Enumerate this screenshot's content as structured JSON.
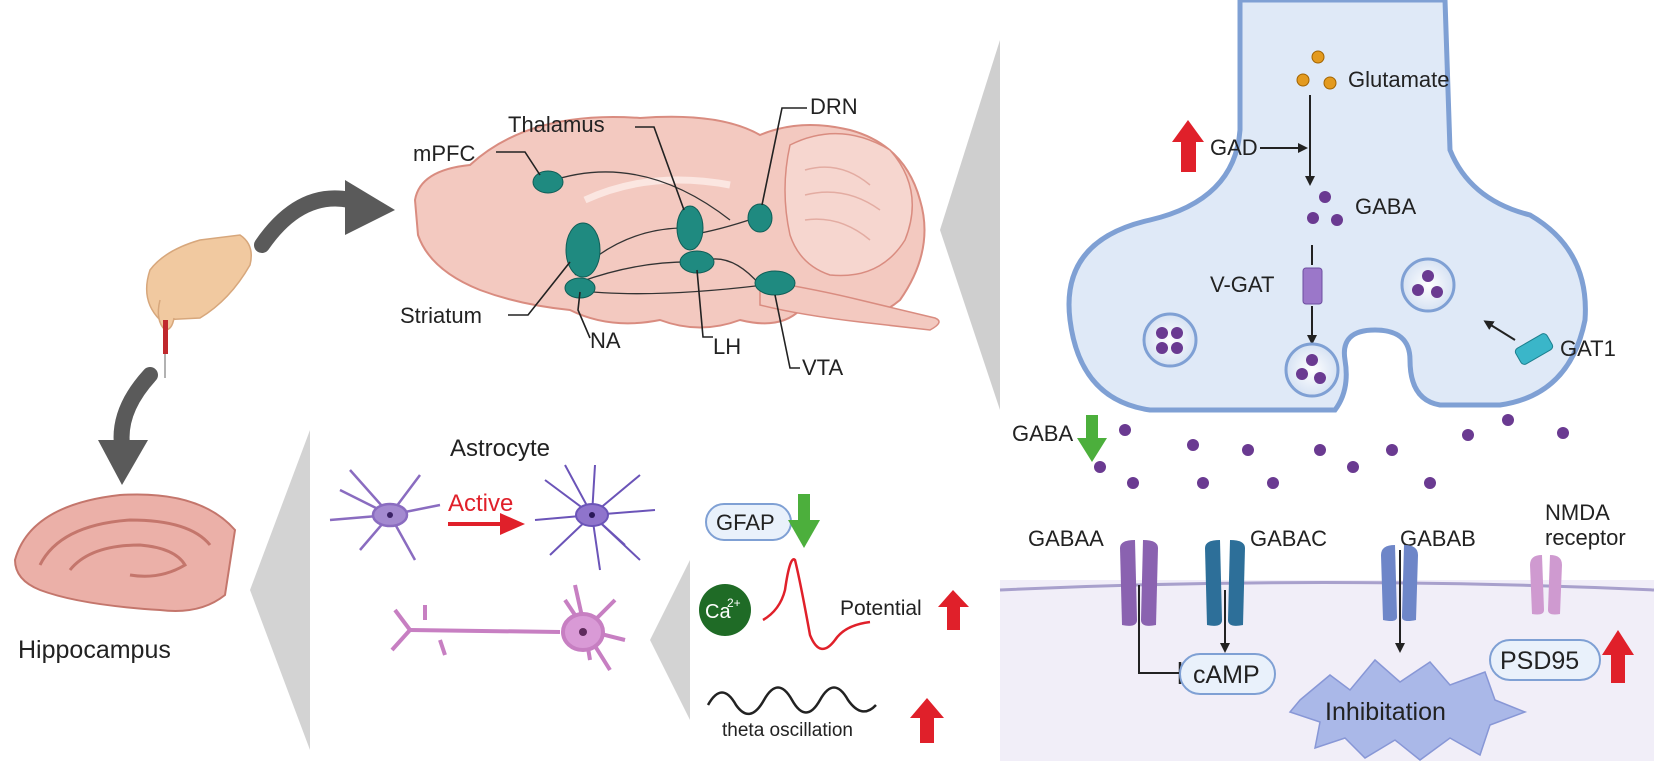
{
  "brain_regions": {
    "mpfc": "mPFC",
    "thalamus": "Thalamus",
    "drn": "DRN",
    "striatum": "Striatum",
    "na": "NA",
    "lh": "LH",
    "vta": "VTA"
  },
  "hippocampus": "Hippocampus",
  "astrocyte": {
    "title": "Astrocyte",
    "active": "Active"
  },
  "markers": {
    "gfap": "GFAP",
    "ca": "Ca",
    "ca_sup": "2+",
    "potential": "Potential",
    "theta": "theta oscillation"
  },
  "synapse": {
    "glutamate": "Glutamate",
    "gad": "GAD",
    "gaba_presyn": "GABA",
    "vgat": "V-GAT",
    "gat1": "GAT1",
    "gaba_cleft": "GABA",
    "gabaa": "GABAA",
    "gabac": "GABAC",
    "gabab": "GABAB",
    "nmda_line1": "NMDA",
    "nmda_line2": "receptor",
    "camp": "cAMP",
    "inhibition": "Inhibitation",
    "psd95": "PSD95"
  },
  "colors": {
    "nucleus_teal": "#1f8a80",
    "up_red": "#e0202a",
    "down_green": "#4caf3c",
    "synapse_fill": "#dfe9f7",
    "synapse_edge": "#7fa0d4",
    "vesicle": "#6a3a91",
    "brain_fill": "#f3c9c0",
    "brain_edge": "#d98c80"
  }
}
